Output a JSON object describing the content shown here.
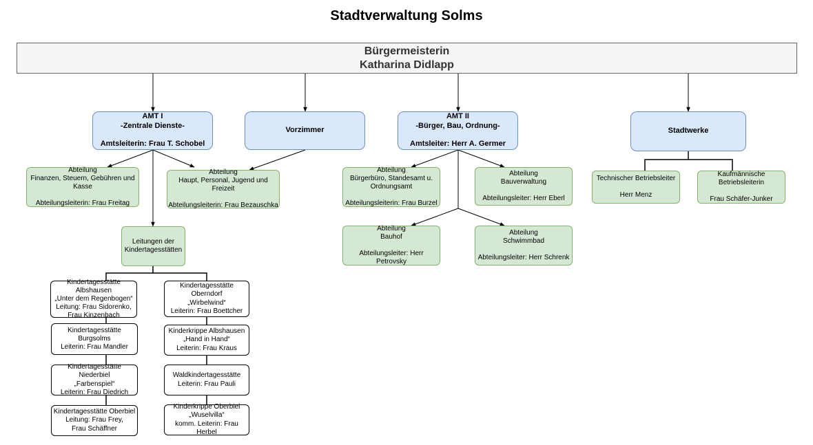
{
  "title": "Stadtverwaltung Solms",
  "nodes": {
    "mayor": "Bürgermeisterin\nKatharina Didlapp",
    "amt1": "AMT I\n-Zentrale Dienste-\n\nAmtsleiterin: Frau T. Schobel",
    "vorzimmer": "Vorzimmer",
    "amt2": "AMT II\n-Bürger, Bau, Ordnung-\n\nAmtsleiter: Herr A. Germer",
    "stadtwerke": "Stadtwerke",
    "finanzen": "Abteilung\nFinanzen, Steuern, Gebühren und\nKasse\n\nAbteilungsleiterin: Frau Freitag",
    "personal": "Abteilung\nHaupt, Personal, Jugend und Freizeit\n\nAbteilungsleiterin: Frau Bezauschka",
    "kita_lead": "Leitungen der\nKindertagesstätten",
    "buergerbuero": "Abteilung\nBürgerbüro, Standesamt u.\nOrdnungsamt\n\nAbteilungsleiterin: Frau Burzel",
    "bauverwaltung": "Abteilung\nBauverwaltung\n\nAbteilungsleiter: Herr Eberl",
    "bauhof": "Abteilung\nBauhof\n\nAbteilungsleiter: Herr Petrovsky",
    "schwimmbad": "Abteilung\nSchwimmbad\n\nAbteilungsleiter: Herr Schrenk",
    "tech_leiter": "Technischer Betriebsleiter\n\nHerr Menz",
    "kfm_leiter": "Kaufmännische Betriebsleiterin\n\nFrau Schäfer-Junker",
    "kita_albshausen": "Kindertagesstätte Albshausen\n„Unter dem Regenbogen“\nLeitung: Frau Sidorenko,\nFrau Kinzenbach",
    "kita_burgsolms": "Kindertagesstätte Burgsolms\nLeiterin: Frau Mandler",
    "kita_niederbiel": "Kindertagesstätte Niederbiel\n„Farbenspiel“\nLeiterin: Frau Diedrich",
    "kita_oberbiel": "Kindertagesstätte Oberbiel\nLeitung: Frau Frey,\nFrau Schäffner",
    "kita_oberndorf": "Kindertagesstätte Oberndorf\n„Wirbelwind“\nLeiterin: Frau Boettcher",
    "krippe_albshausen": "Kinderkrippe Albshausen\n„Hand in Hand“\nLeiterin: Frau Kraus",
    "waldkita": "Waldkindertagesstätte\nLeiterin: Frau Pauli",
    "krippe_oberbiel": "Kinderkrippe Oberbiel\n„Wuselvilla“\nkomm. Leiterin: Frau Herbel"
  }
}
